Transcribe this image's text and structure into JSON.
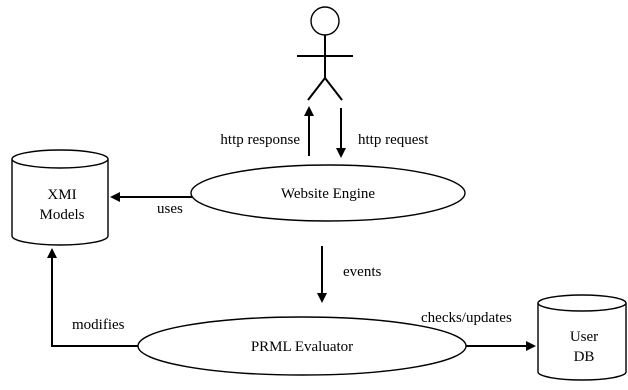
{
  "nodes": {
    "xmi_models": {
      "line1": "XMI",
      "line2": "Models"
    },
    "website_engine": {
      "label": "Website Engine"
    },
    "prml_evaluator": {
      "label": "PRML Evaluator"
    },
    "user_db": {
      "line1": "User",
      "line2": "DB"
    }
  },
  "edges": {
    "http_response": "http response",
    "http_request": "http request",
    "uses": "uses",
    "events": "events",
    "modifies": "modifies",
    "checks_updates": "checks/updates"
  }
}
